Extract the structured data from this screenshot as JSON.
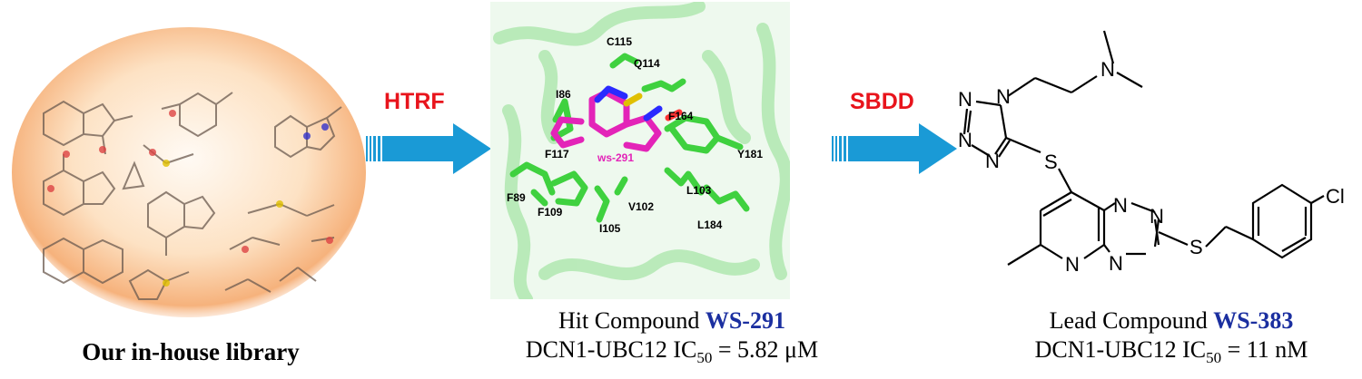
{
  "methods": {
    "step1": "HTRF",
    "step2": "SBDD"
  },
  "library": {
    "caption": "Our in-house library"
  },
  "hit": {
    "line1_prefix": "Hit Compound ",
    "compound_id": "WS-291",
    "assay": "DCN1-UBC12 IC",
    "subscript": "50",
    "value_text": " = 5.82 μM",
    "ligand_label": "ws-291",
    "residues": [
      "C115",
      "Q114",
      "I86",
      "F164",
      "F117",
      "Y181",
      "F89",
      "L103",
      "F109",
      "V102",
      "I105",
      "L184"
    ]
  },
  "lead": {
    "line1_prefix": "Lead Compound ",
    "compound_id": "WS-383",
    "assay": "DCN1-UBC12 IC",
    "subscript": "50",
    "value_text": " = 11 nM",
    "atoms": {
      "n1": "N",
      "n2": "N",
      "n3": "N",
      "n4": "N",
      "n_amine": "N",
      "s1": "S",
      "s2": "S",
      "n5": "N",
      "n6": "N",
      "n7": "N",
      "n8": "N",
      "cl": "Cl"
    }
  },
  "colors": {
    "method": "#e8141c",
    "compound_id": "#1b2fa0",
    "arrow": "#1a9ad6",
    "protein": "#3fd13f",
    "ligand": "#e324b8"
  }
}
